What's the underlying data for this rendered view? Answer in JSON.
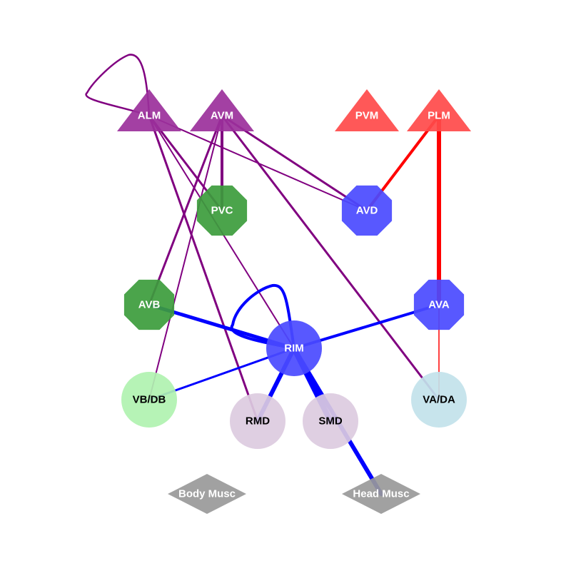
{
  "diagram": {
    "nodes": [
      {
        "id": "ALM",
        "label": "ALM",
        "shape": "triangle",
        "fill": "#9b309b",
        "text_color": "#ffffff"
      },
      {
        "id": "AVM",
        "label": "AVM",
        "shape": "triangle",
        "fill": "#9b309b",
        "text_color": "#ffffff"
      },
      {
        "id": "PVM",
        "label": "PVM",
        "shape": "triangle",
        "fill": "#ff4a4a",
        "text_color": "#ffffff"
      },
      {
        "id": "PLM",
        "label": "PLM",
        "shape": "triangle",
        "fill": "#ff4a4a",
        "text_color": "#ffffff"
      },
      {
        "id": "PVC",
        "label": "PVC",
        "shape": "octagon",
        "fill": "#3c9c3c",
        "text_color": "#ffffff"
      },
      {
        "id": "AVD",
        "label": "AVD",
        "shape": "octagon",
        "fill": "#4a4aff",
        "text_color": "#ffffff"
      },
      {
        "id": "AVB",
        "label": "AVB",
        "shape": "octagon",
        "fill": "#3c9c3c",
        "text_color": "#ffffff"
      },
      {
        "id": "AVA",
        "label": "AVA",
        "shape": "octagon",
        "fill": "#4a4aff",
        "text_color": "#ffffff"
      },
      {
        "id": "RIM",
        "label": "RIM",
        "shape": "circle",
        "fill": "#4a4aff",
        "text_color": "#ffffff"
      },
      {
        "id": "VBDB",
        "label": "VB/DB",
        "shape": "circle",
        "fill": "#b0f2b0",
        "text_color": "#000000"
      },
      {
        "id": "RMD",
        "label": "RMD",
        "shape": "circle",
        "fill": "#dccbe0",
        "text_color": "#000000"
      },
      {
        "id": "SMD",
        "label": "SMD",
        "shape": "circle",
        "fill": "#dccbe0",
        "text_color": "#000000"
      },
      {
        "id": "VADA",
        "label": "VA/DA",
        "shape": "circle",
        "fill": "#c2e2ea",
        "text_color": "#000000"
      },
      {
        "id": "BodyMusc",
        "label": "Body Musc",
        "shape": "diamond",
        "fill": "#999999",
        "text_color": "#ffffff"
      },
      {
        "id": "HeadMusc",
        "label": "Head Musc",
        "shape": "diamond",
        "fill": "#999999",
        "text_color": "#ffffff"
      }
    ],
    "edges": [
      {
        "from": "ALM",
        "to": "ALM",
        "color": "#800080",
        "weight": 2.5,
        "self_loop": true
      },
      {
        "from": "ALM",
        "to": "PVC",
        "color": "#800080",
        "weight": 3
      },
      {
        "from": "ALM",
        "to": "AVD",
        "color": "#800080",
        "weight": 2
      },
      {
        "from": "ALM",
        "to": "RIM",
        "color": "#800080",
        "weight": 2
      },
      {
        "from": "ALM",
        "to": "RMD",
        "color": "#800080",
        "weight": 3
      },
      {
        "from": "AVM",
        "to": "PVC",
        "color": "#800080",
        "weight": 4
      },
      {
        "from": "AVM",
        "to": "AVD",
        "color": "#800080",
        "weight": 3
      },
      {
        "from": "AVM",
        "to": "AVB",
        "color": "#800080",
        "weight": 3
      },
      {
        "from": "AVM",
        "to": "VBDB",
        "color": "#800080",
        "weight": 2
      },
      {
        "from": "AVM",
        "to": "VADA",
        "color": "#800080",
        "weight": 3
      },
      {
        "from": "PLM",
        "to": "AVD",
        "color": "#ff0000",
        "weight": 4
      },
      {
        "from": "PLM",
        "to": "AVA",
        "color": "#ff0000",
        "weight": 6
      },
      {
        "from": "AVA",
        "to": "VADA",
        "color": "#ff0000",
        "weight": 1.5
      },
      {
        "from": "AVB",
        "to": "RIM",
        "color": "#0000ff",
        "weight": 5
      },
      {
        "from": "AVA",
        "to": "RIM",
        "color": "#0000ff",
        "weight": 4
      },
      {
        "from": "RIM",
        "to": "RIM",
        "color": "#0000ff",
        "weight": 4,
        "self_loop": true
      },
      {
        "from": "RIM",
        "to": "VBDB",
        "color": "#0000ff",
        "weight": 3
      },
      {
        "from": "RIM",
        "to": "RMD",
        "color": "#0000ff",
        "weight": 6
      },
      {
        "from": "RIM",
        "to": "SMD",
        "color": "#0000ff",
        "weight": 8
      },
      {
        "from": "RIM",
        "to": "HeadMusc",
        "color": "#0000ff",
        "weight": 6
      }
    ]
  }
}
